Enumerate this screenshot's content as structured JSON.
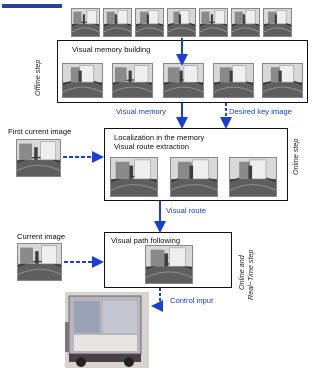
{
  "labels": {
    "visual_memory_building": "Visual memory building",
    "visual_memory": "Visual memory",
    "desired_key_image": "Desired key image",
    "first_current_image": "First current image",
    "localization_line1": "Localization in the memory",
    "localization_line2": "Visual route extraction",
    "visual_route": "Visual route",
    "current_image": "Current image",
    "visual_path_following": "Visual path following",
    "control_input": "Control input"
  },
  "steps": {
    "offline": "Offline step",
    "online": "Online step",
    "realtime_line1": "Online and",
    "realtime_line2": "Real−Time step"
  },
  "colors": {
    "arrow_blue": "#1a3fd6",
    "text_blue": "#1a3fd6",
    "box_border": "#111111"
  }
}
